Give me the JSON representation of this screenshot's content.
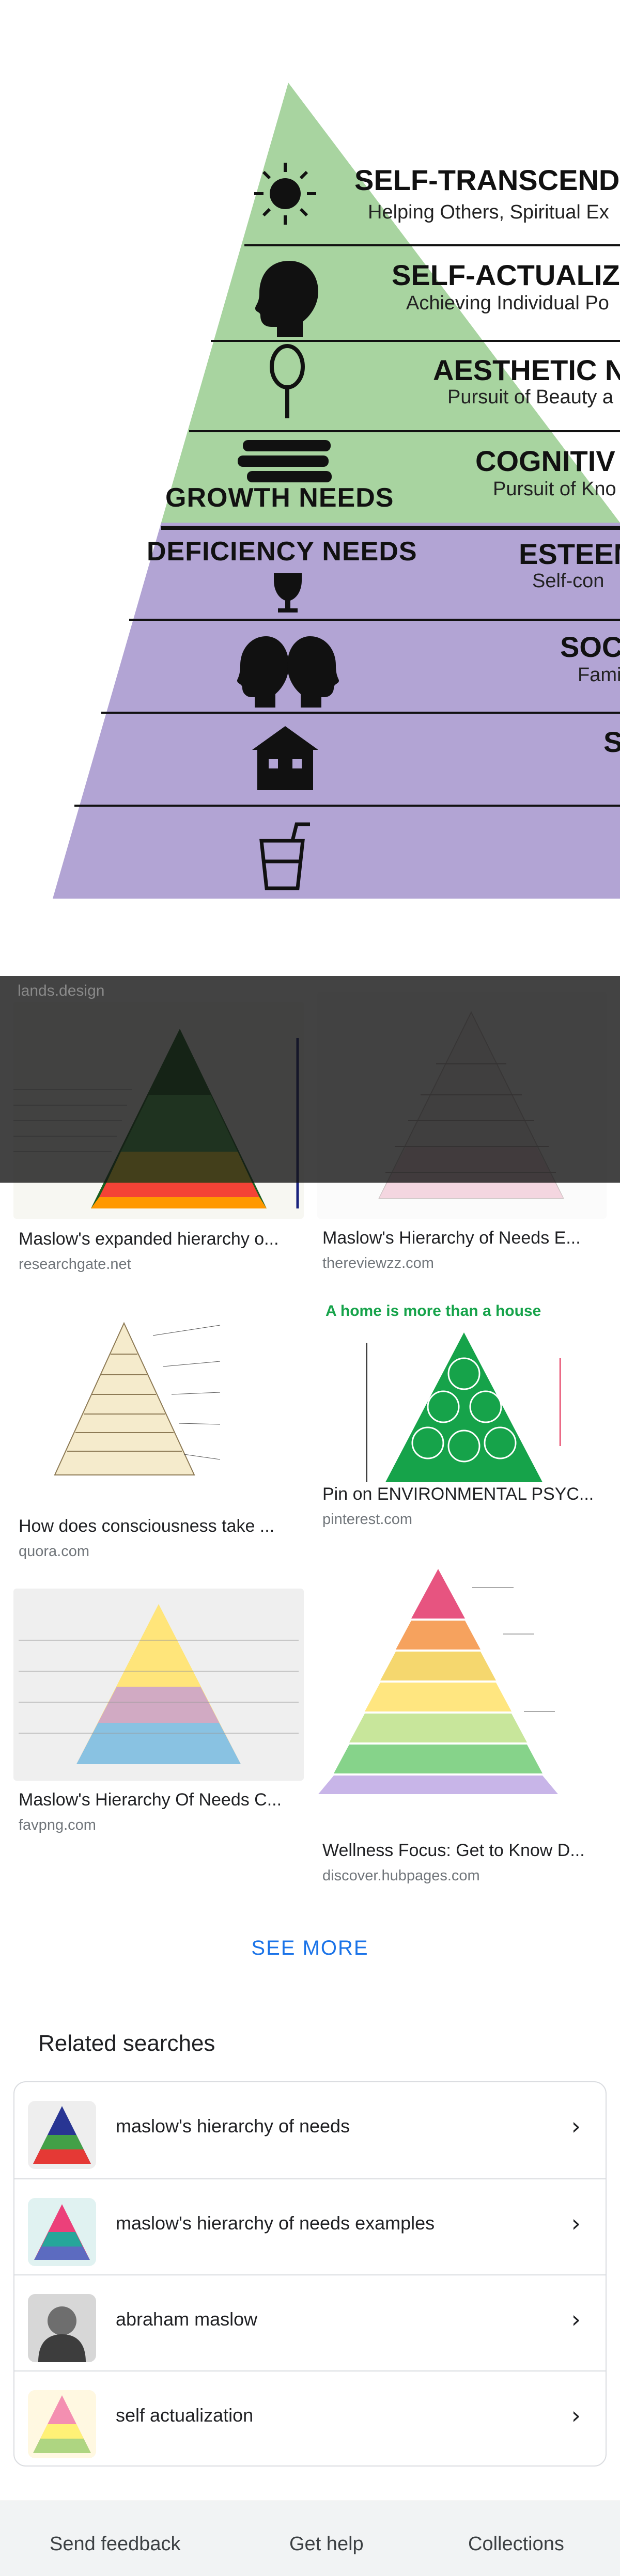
{
  "hero": {
    "levels": [
      {
        "title": "SELF-TRANSCENDE",
        "subtitle": "Helping Others, Spiritual Ex",
        "icon": "sun-icon"
      },
      {
        "title": "SELF-ACTUALIZA",
        "subtitle": "Achieving Individual Po",
        "icon": "head-silhouette-icon"
      },
      {
        "title": "AESTHETIC N",
        "subtitle": "Pursuit of Beauty a",
        "icon": "hand-mirror-icon"
      },
      {
        "title": "COGNITIV",
        "subtitle": "Pursuit of Kno",
        "icon": "book-stack-icon"
      },
      {
        "title": "ESTEEM",
        "subtitle": "Self-con",
        "icon": "trophy-icon"
      },
      {
        "title": "SOC",
        "subtitle": "Fami",
        "icon": "two-heads-icon"
      },
      {
        "title": "S",
        "subtitle": "",
        "icon": "house-icon"
      },
      {
        "title": "",
        "subtitle": "",
        "icon": "drink-cup-icon"
      }
    ],
    "growth_label": "GROWTH NEEDS",
    "deficiency_label": "DEFICIENCY NEEDS",
    "colors": {
      "growth": "#a8d4a0",
      "deficiency": "#b2a4d4",
      "lines": "#111111"
    }
  },
  "overlay": {
    "caption": "lands.design"
  },
  "results": [
    {
      "title": "Maslow's expanded hierarchy o...",
      "source": "researchgate.net"
    },
    {
      "title": "Maslow's Hierarchy of Needs E...",
      "source": "thereviewzz.com"
    },
    {
      "title": "How does consciousness take ...",
      "source": "quora.com"
    },
    {
      "title": "Pin on ENVIRONMENTAL PSYC...",
      "source": "pinterest.com",
      "thumb_heading": "A home is more than a house"
    },
    {
      "title": "Maslow's Hierarchy Of Needs C...",
      "source": "favpng.com"
    },
    {
      "title": "Wellness Focus: Get to Know D...",
      "source": "discover.hubpages.com"
    }
  ],
  "see_more": "SEE MORE",
  "related": {
    "heading": "Related searches",
    "items": [
      {
        "label": "maslow's hierarchy of needs"
      },
      {
        "label": "maslow's hierarchy of needs examples"
      },
      {
        "label": "abraham maslow"
      },
      {
        "label": "self actualization"
      }
    ],
    "chevron": "›"
  },
  "footer": {
    "send_feedback": "Send feedback",
    "get_help": "Get help",
    "collections": "Collections"
  }
}
